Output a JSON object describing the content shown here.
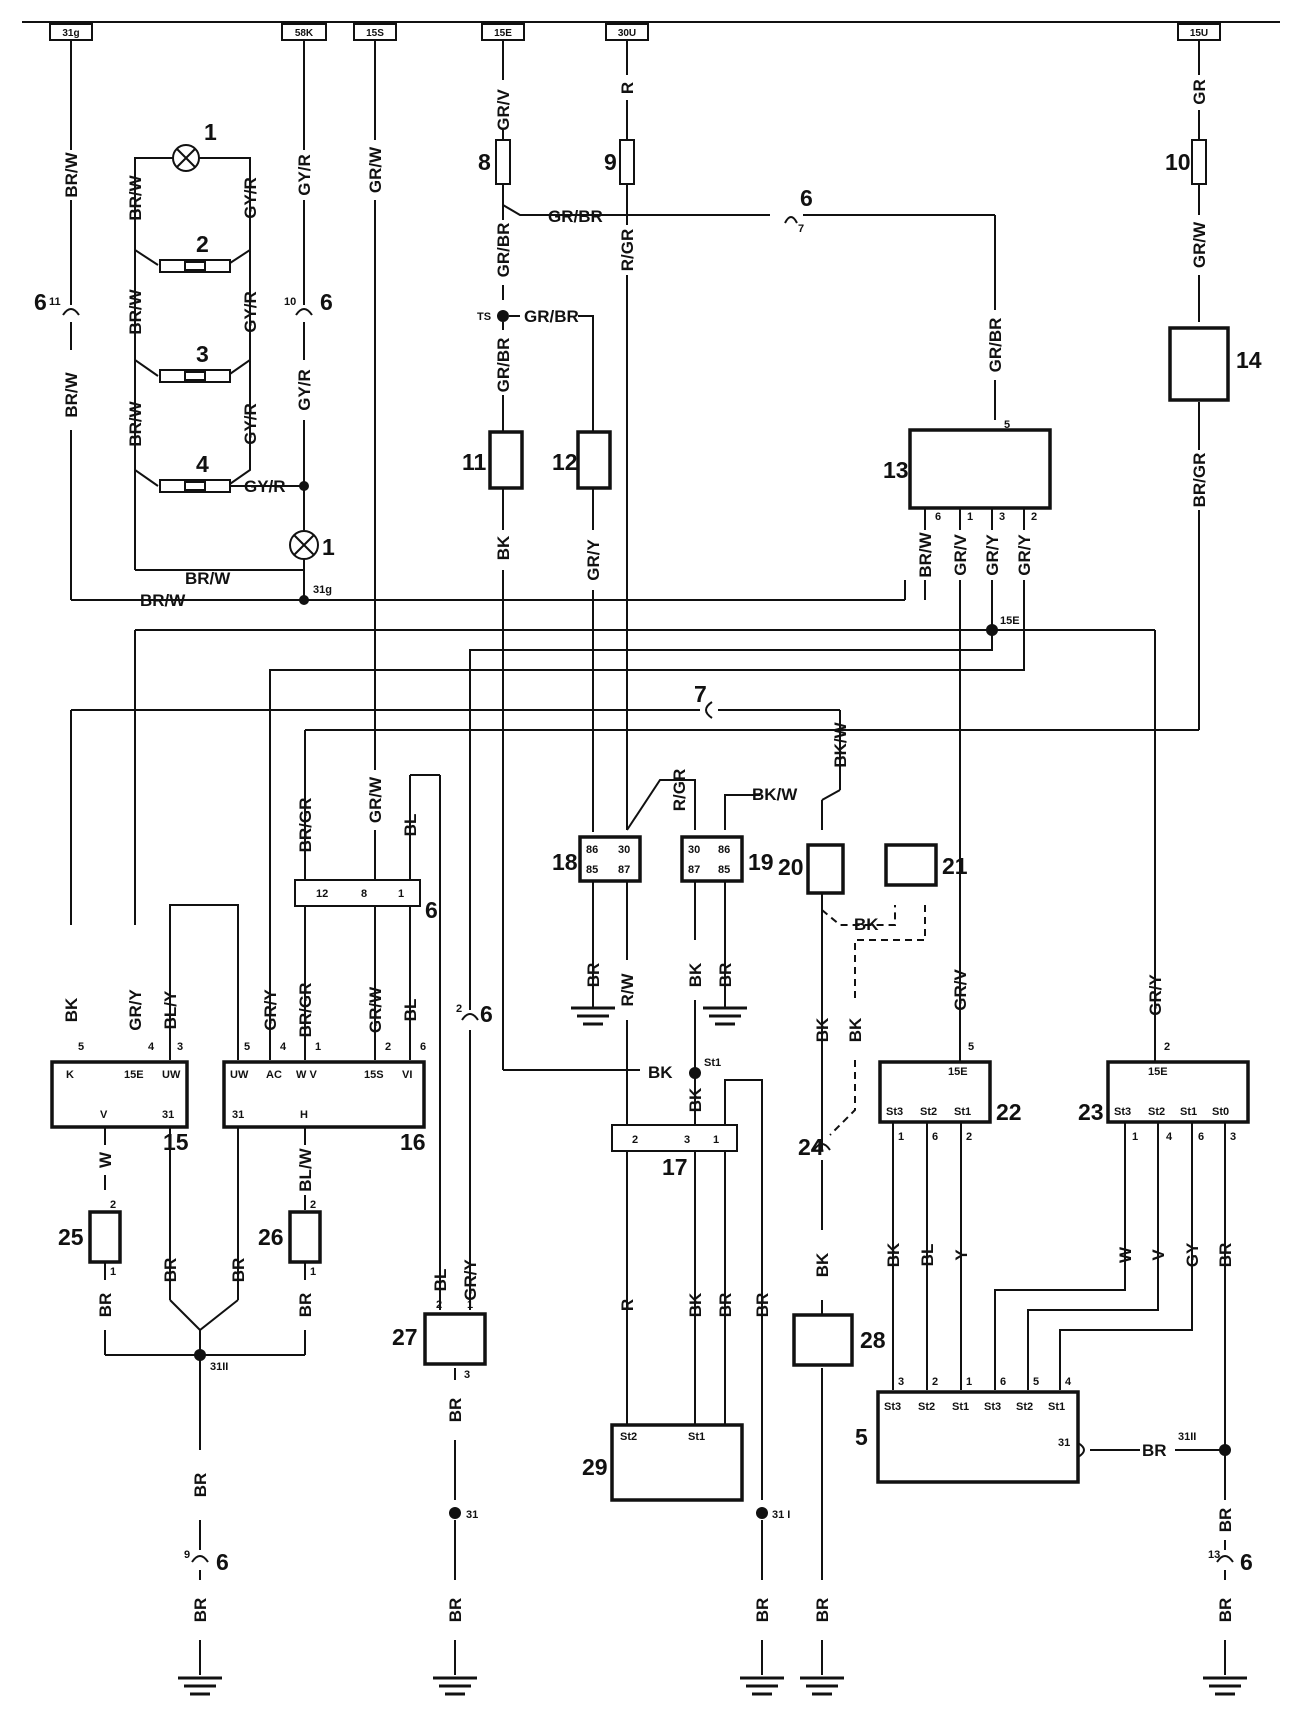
{
  "bus_terminals": [
    "31g",
    "58K",
    "15S",
    "15E",
    "30U",
    "15U"
  ],
  "component_numbers": {
    "lamp_upper": "1",
    "lamp_lower": "1",
    "illum_2": "2",
    "illum_3": "3",
    "illum_4": "4",
    "fuse_8": "8",
    "fuse_9": "9",
    "fuse_10": "10",
    "c11": "11",
    "c12": "12",
    "c13": "13",
    "c14": "14",
    "c15": "15",
    "c16": "16",
    "c17": "17",
    "c18": "18",
    "c19": "19",
    "c20": "20",
    "c21": "21",
    "c22": "22",
    "c23": "23",
    "c24": "24",
    "c25": "25",
    "c26": "26",
    "c27": "27",
    "c28": "28",
    "c29": "29",
    "c5": "5",
    "conn6_a": "6",
    "conn6_b": "6",
    "conn6_c": "6",
    "conn6_d": "6",
    "conn6_e": "6",
    "conn6_f": "6",
    "conn6_g": "6",
    "conn7": "7"
  },
  "wire_labels": {
    "w1": "BR/W",
    "w2": "BR/W",
    "w3": "BR/W",
    "w4": "BR/W",
    "w5": "BR/W",
    "w6": "BR/W",
    "w7": "BR/W",
    "w8": "BR/W",
    "w9": "GY/R",
    "w10": "GY/R",
    "w11": "GY/R",
    "w12": "GY/R",
    "w13": "GY/R",
    "w14": "GY/R",
    "w15": "GY/R",
    "w16": "GR/W",
    "w17": "GR/V",
    "w18": "GR/BR",
    "w19": "GR/BR",
    "w20": "GR/BR",
    "w21": "GR/BR",
    "w22": "BK",
    "w23": "GR/Y",
    "w24": "R",
    "w25": "R/GR",
    "w26": "GR/BR",
    "w27": "BR/W",
    "w28": "GR/V",
    "w29": "GR/Y",
    "w30": "GR/Y",
    "w31": "GR",
    "w32": "GR/W",
    "w33": "BR/GR",
    "w34": "BR/GR",
    "w35": "GR/W",
    "w36": "BL",
    "w37": "BK",
    "w38": "GR/Y",
    "w39": "BL/Y",
    "w40": "GR/Y",
    "w41": "BR/GR",
    "w42": "GR/W",
    "w43": "BL",
    "w44": "W",
    "w45": "BR",
    "w46": "BR",
    "w47": "BL/W",
    "w48": "BR",
    "w49": "BR",
    "w50": "BR",
    "w51": "BR",
    "w52": "R/GR",
    "w53": "BK/W",
    "w54": "BK/W",
    "w55": "BK",
    "w56": "BR",
    "w57": "R/W",
    "w58": "BK",
    "w59": "BR",
    "w60": "BK",
    "w61": "BK",
    "w62": "BL",
    "w63": "GR/Y",
    "w64": "BR",
    "w65": "BR",
    "w66": "R",
    "w67": "BK",
    "w68": "BR",
    "w69": "BR",
    "w70": "BR",
    "w71": "BK",
    "w72": "BK",
    "w73": "BR",
    "w74": "GR/V",
    "w75": "GR/Y",
    "w76": "BK",
    "w77": "BL",
    "w78": "Y",
    "w79": "W",
    "w80": "V",
    "w81": "GY",
    "w82": "BR",
    "w83": "BR",
    "w84": "BR",
    "w85": "BR"
  },
  "pin_labels": {
    "p13_5": "5",
    "p13_6": "6",
    "p13_1": "1",
    "p13_3": "3",
    "p13_2": "2",
    "pc6_12": "12",
    "pc6_8": "8",
    "pc6_1": "1",
    "r18_86": "86",
    "r18_30": "30",
    "r18_85": "85",
    "r18_87": "87",
    "r19_30": "30",
    "r19_86": "86",
    "r19_87": "87",
    "r19_85": "85",
    "p15_5": "5",
    "p15_4": "4",
    "p15_3": "3",
    "p15_K": "K",
    "p15_15E": "15E",
    "p15_UW": "UW",
    "p15_V": "V",
    "p15_31": "31",
    "p16_5": "5",
    "p16_4": "4",
    "p16_1": "1",
    "p16_2": "2",
    "p16_6": "6",
    "p16_UW": "UW",
    "p16_AC": "AC",
    "p16_WV": "W V",
    "p16_15S": "15S",
    "p16_VI": "VI",
    "p16_31": "31",
    "p16_H": "H",
    "p17_2": "2",
    "p17_3": "3",
    "p17_1": "1",
    "p22_5": "5",
    "p22_15E": "15E",
    "p22_St3": "St3",
    "p22_St2": "St2",
    "p22_St1": "St1",
    "p22_1": "1",
    "p22_6": "6",
    "p22_2": "2",
    "p23_2": "2",
    "p23_15E": "15E",
    "p23_St3": "St3",
    "p23_St2": "St2",
    "p23_St1": "St1",
    "p23_St0": "St0",
    "p23_1": "1",
    "p23_4": "4",
    "p23_6": "6",
    "p23_3": "3",
    "p25_2": "2",
    "p25_1": "1",
    "p26_2": "2",
    "p26_1": "1",
    "p27_2": "2",
    "p27_1": "1",
    "p27_3": "3",
    "p29_St2": "St2",
    "p29_St1": "St1",
    "p5_3": "3",
    "p5_2": "2",
    "p5_1": "1",
    "p5_6": "6",
    "p5_5": "5",
    "p5_4": "4",
    "p5_St3a": "St3",
    "p5_St2a": "St2",
    "p5_St1a": "St1",
    "p5_St3b": "St3",
    "p5_St2b": "St2",
    "p5_St1b": "St1",
    "p5_31": "31",
    "c6_11": "11",
    "c6_10": "10",
    "c6_2": "2",
    "c6_9": "9",
    "c6_13": "13",
    "c6_7": "7"
  },
  "node_labels": {
    "n_31g": "31g",
    "n_TS": "TS",
    "n_15E": "15E",
    "n_St1": "St1",
    "n_31II_left": "31II",
    "n_31": "31",
    "n_31I": "31 I",
    "n_31II_right": "31II"
  }
}
